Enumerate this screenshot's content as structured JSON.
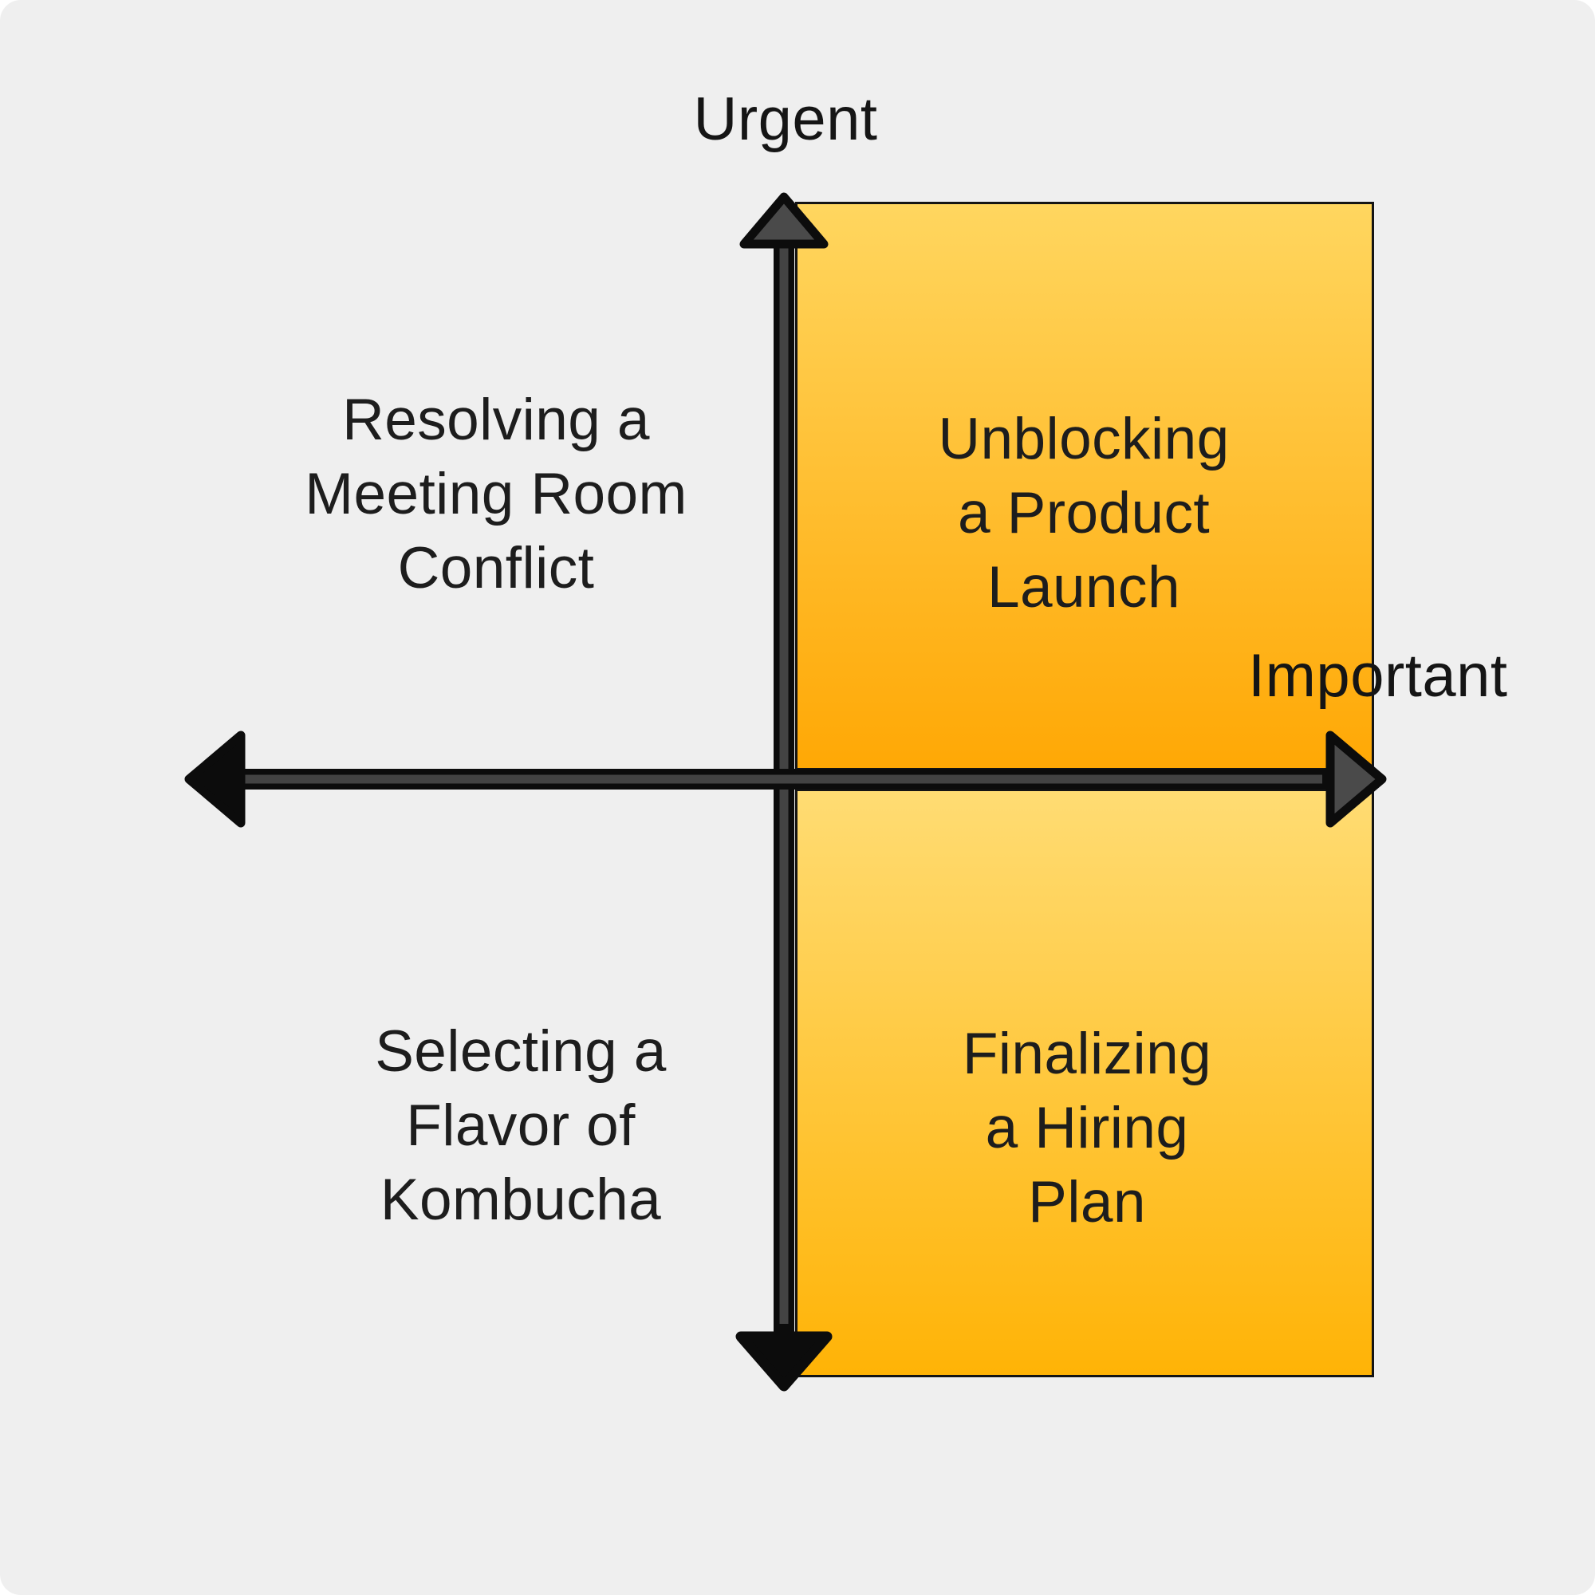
{
  "canvas": {
    "background_color": "#efefef"
  },
  "axes": {
    "vertical_label": "Urgent",
    "horizontal_label": "Important",
    "line_color": "#0c0c0c",
    "line_core_color": "#434343",
    "arrowhead_gray_fill": "#4a4a4a",
    "arrowhead_black_fill": "#0c0c0c"
  },
  "quadrants": {
    "top_left": {
      "lines": [
        "Resolving a",
        "Meeting Room",
        "Conflict"
      ]
    },
    "top_right": {
      "lines": [
        "Unblocking",
        "a Product",
        "Launch"
      ],
      "gradient_top": "#ffd65f",
      "gradient_bottom": "#ffa805",
      "border_color": "#141414"
    },
    "bottom_left": {
      "lines": [
        "Selecting a",
        "Flavor of",
        "Kombucha"
      ]
    },
    "bottom_right": {
      "lines": [
        "Finalizing",
        "a Hiring",
        "Plan"
      ],
      "gradient_top": "#ffdc73",
      "gradient_bottom": "#ffb306",
      "border_color": "#141414"
    }
  }
}
